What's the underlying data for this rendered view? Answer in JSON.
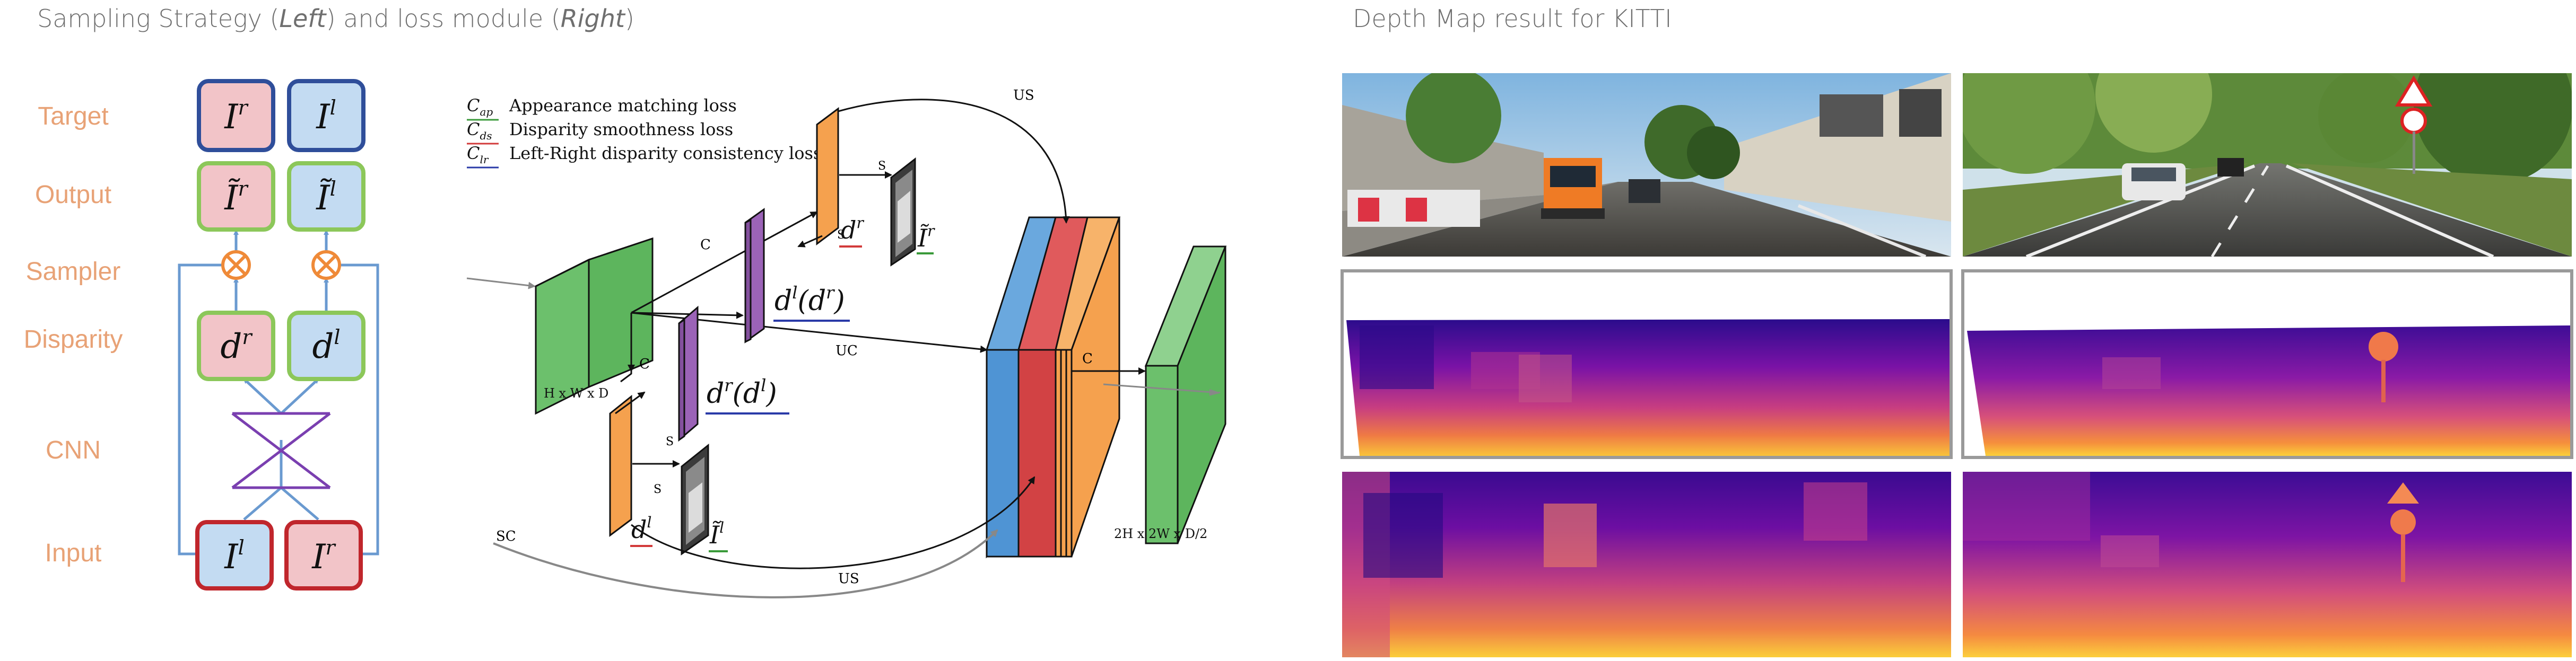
{
  "left_title": {
    "prefix": "Sampling Strategy (",
    "left_word": "Left",
    "middle": ") and loss module (",
    "right_word": "Right",
    "suffix": ")"
  },
  "right_title": "Depth Map result for KITTI",
  "rows": {
    "target": "Target",
    "output": "Output",
    "sampler": "Sampler",
    "disparity": "Disparity",
    "cnn": "CNN",
    "input": "Input"
  },
  "legend": {
    "ap_symbol": "C_ap",
    "ap": "Appearance matching loss",
    "ds_symbol": "C_ds",
    "ds": "Disparity smoothness loss",
    "lr_symbol": "C_lr",
    "lr": "Left-Right disparity consistency loss"
  },
  "network": {
    "c": "C",
    "s": "S",
    "us": "US",
    "uc": "UC",
    "sc": "SC",
    "input_dims": "H x W x D",
    "output_dims": "2H x 2W x D/2"
  },
  "colors": {
    "label": "#e8a276",
    "target_fill": "#f2c4c8",
    "input_border_red": "#c0262c",
    "target_border_blue": "#2f4e9a",
    "disparity_border_green": "#8cc75a",
    "arrow_blue": "#6a9ad0",
    "cnn_purple": "#7a3fb0",
    "sampler_orange": "#ef8a38",
    "cube_green": "#6cc06c",
    "slab_purple": "#9b63b7",
    "slab_orange": "#f5a14e",
    "stack_blue": "#4f94d4",
    "stack_red": "#d24244"
  }
}
